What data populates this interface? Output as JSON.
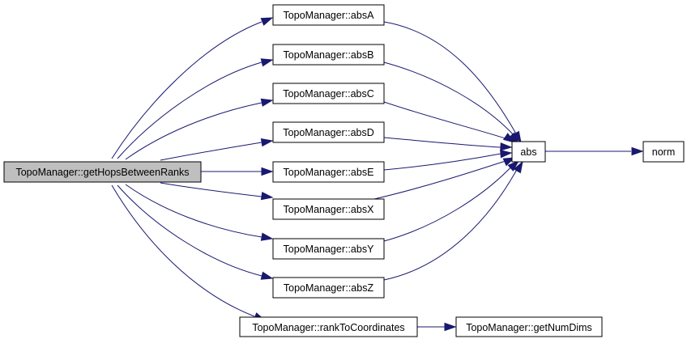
{
  "colors": {
    "edge": "#191970",
    "node_border": "#000000",
    "node_fill": "#ffffff",
    "root_fill": "#bfbfbf"
  },
  "nodes": {
    "getHopsBetweenRanks": "TopoManager::getHopsBetweenRanks",
    "absA": "TopoManager::absA",
    "absB": "TopoManager::absB",
    "absC": "TopoManager::absC",
    "absD": "TopoManager::absD",
    "absE": "TopoManager::absE",
    "absX": "TopoManager::absX",
    "absY": "TopoManager::absY",
    "absZ": "TopoManager::absZ",
    "rankToCoordinates": "TopoManager::rankToCoordinates",
    "abs": "abs",
    "norm": "norm",
    "getNumDims": "TopoManager::getNumDims"
  },
  "edges": [
    {
      "from": "getHopsBetweenRanks",
      "to": "absA"
    },
    {
      "from": "getHopsBetweenRanks",
      "to": "absB"
    },
    {
      "from": "getHopsBetweenRanks",
      "to": "absC"
    },
    {
      "from": "getHopsBetweenRanks",
      "to": "absD"
    },
    {
      "from": "getHopsBetweenRanks",
      "to": "absE"
    },
    {
      "from": "getHopsBetweenRanks",
      "to": "absX"
    },
    {
      "from": "getHopsBetweenRanks",
      "to": "absY"
    },
    {
      "from": "getHopsBetweenRanks",
      "to": "absZ"
    },
    {
      "from": "getHopsBetweenRanks",
      "to": "rankToCoordinates"
    },
    {
      "from": "absA",
      "to": "abs"
    },
    {
      "from": "absB",
      "to": "abs"
    },
    {
      "from": "absC",
      "to": "abs"
    },
    {
      "from": "absD",
      "to": "abs"
    },
    {
      "from": "absE",
      "to": "abs"
    },
    {
      "from": "absX",
      "to": "abs"
    },
    {
      "from": "absY",
      "to": "abs"
    },
    {
      "from": "absZ",
      "to": "abs"
    },
    {
      "from": "abs",
      "to": "norm"
    },
    {
      "from": "rankToCoordinates",
      "to": "getNumDims"
    }
  ]
}
